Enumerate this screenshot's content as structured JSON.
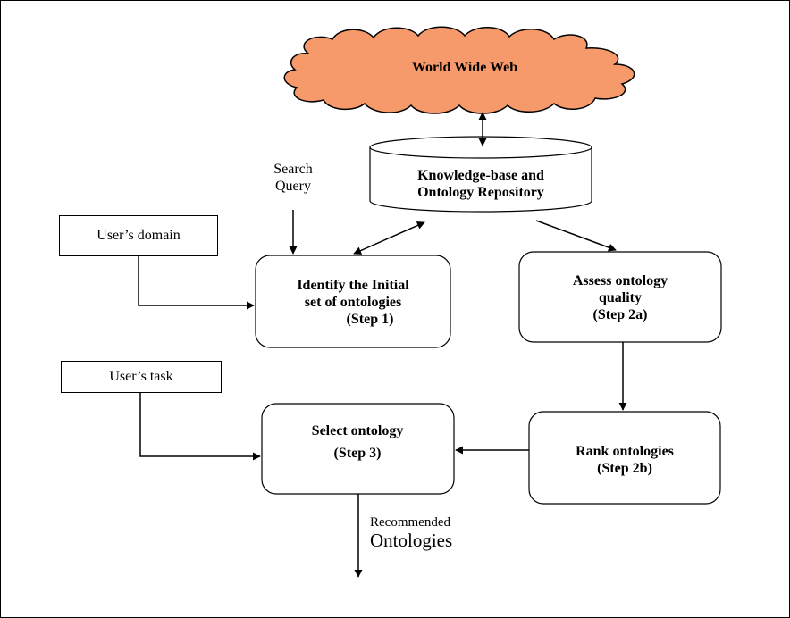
{
  "nodes": {
    "www": "World Wide Web",
    "repository": [
      "Knowledge-base  and",
      "Ontology Repository"
    ],
    "search_query": [
      "Search",
      "Query"
    ],
    "users_domain": "User’s domain",
    "users_task": "User’s task",
    "step1": [
      "Identify the Initial",
      "set of ontologies",
      "(Step 1)"
    ],
    "step2a": [
      "Assess ontology",
      "quality",
      "(Step 2a)"
    ],
    "step2b": [
      "Rank ontologies",
      "(Step 2b)"
    ],
    "step3": [
      "Select ontology",
      "(Step 3)"
    ],
    "recommended_small": "Recommended",
    "recommended_large": "Ontologies"
  },
  "colors": {
    "cloud_fill": "#f79a6b",
    "cloud_stroke": "#000000",
    "line": "#000000",
    "box_fill": "#ffffff"
  }
}
